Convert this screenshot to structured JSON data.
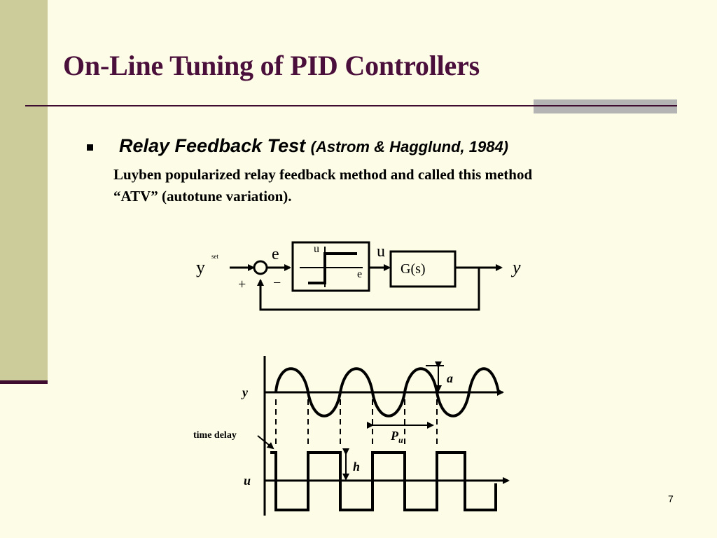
{
  "slide": {
    "title": "On-Line Tuning of PID Controllers",
    "page_number": "7"
  },
  "bullet": {
    "heading": "Relay Feedback Test",
    "citation": "(Astrom & Hagglund, 1984)",
    "line1": "Luyben popularized relay feedback method and called this method",
    "line2": "“ATV” (autotune variation)."
  },
  "block_diagram": {
    "setpoint": "y",
    "setpoint_sup": "set",
    "error": "e",
    "relay_u": "u",
    "relay_e": "e",
    "controller_out": "u",
    "plant": "G(s)",
    "output": "y",
    "plus": "+",
    "minus": "−"
  },
  "response_plot": {
    "y_axis": "y",
    "u_axis": "u",
    "time_delay": "time delay",
    "amplitude": "a",
    "period": "P",
    "period_sub": "u",
    "relay_height": "h"
  },
  "colors": {
    "background": "#fdfce6",
    "side_band": "#cccc9a",
    "title": "#4b0f3c",
    "rule": "#3d0c2e",
    "accent_bar": "#b4b4b4"
  }
}
